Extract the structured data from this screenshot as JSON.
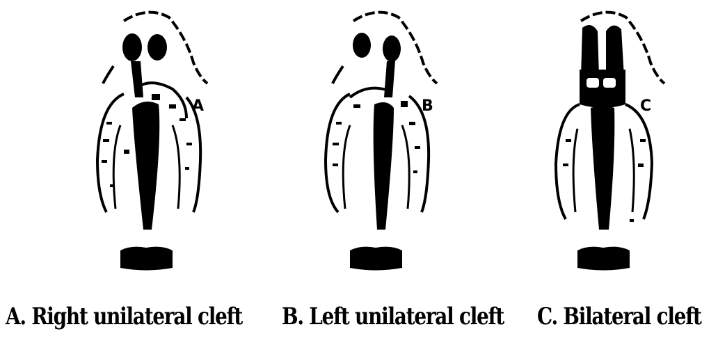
{
  "figure": {
    "panels": [
      {
        "letter": "A",
        "caption": "A. Right unilateral cleft"
      },
      {
        "letter": "B",
        "caption": "B. Left unilateral cleft"
      },
      {
        "letter": "C",
        "caption": "C. Bilateral cleft"
      }
    ]
  }
}
